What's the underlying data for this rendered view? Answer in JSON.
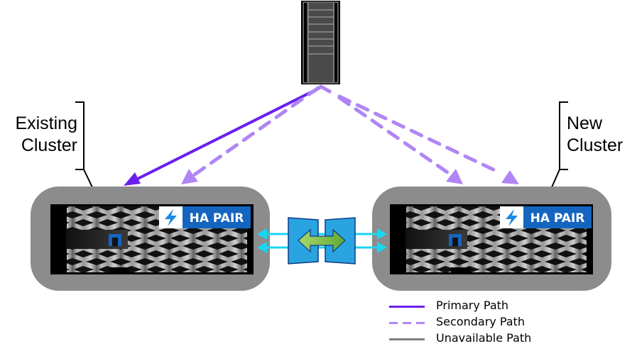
{
  "diagram": {
    "host": {
      "name": "host-server-icon"
    },
    "clusters": [
      {
        "id": "existing",
        "label_line1": "Existing",
        "label_line2": "Cluster",
        "badge": "HA PAIR"
      },
      {
        "id": "new",
        "label_line1": "New",
        "label_line2": "Cluster",
        "badge": "HA PAIR"
      }
    ],
    "paths": [
      {
        "from": "host",
        "to": "existing-node-a",
        "type": "primary"
      },
      {
        "from": "host",
        "to": "existing-node-b",
        "type": "secondary"
      },
      {
        "from": "host",
        "to": "new-node-a",
        "type": "secondary"
      },
      {
        "from": "host",
        "to": "new-node-b",
        "type": "secondary"
      }
    ],
    "interconnect": {
      "icon": "bidirectional-sync-icon",
      "links": 2
    }
  },
  "legend": [
    {
      "label": "Primary Path",
      "style": "solid",
      "color": "#6a1ff0"
    },
    {
      "label": "Secondary Path",
      "style": "dashed",
      "color": "#b085f5"
    },
    {
      "label": "Unavailable Path",
      "style": "solid",
      "color": "#7f7f7f"
    }
  ],
  "colors": {
    "primary": "#6a1ff0",
    "secondary": "#b085f5",
    "unavailable": "#7f7f7f",
    "cluster_shell": "#8c8c8c",
    "badge_blue": "#1565c0",
    "interconnect_cyan": "#1ad6f0",
    "sync_box": "#29a4e0",
    "sync_arrow": "#7dc24a"
  }
}
